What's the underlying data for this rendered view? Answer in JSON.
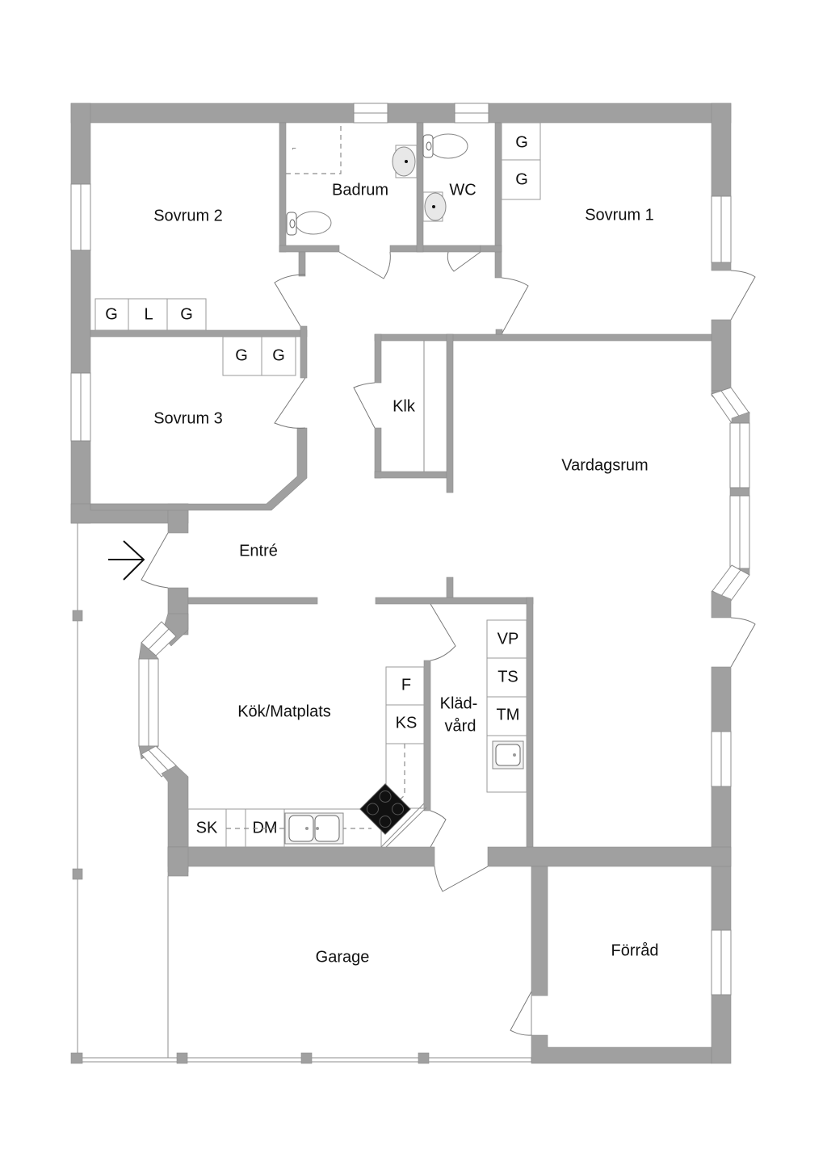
{
  "floor_plan": {
    "rooms": {
      "sovrum2": "Sovrum 2",
      "badrum": "Badrum",
      "wc": "WC",
      "sovrum1": "Sovrum 1",
      "sovrum3": "Sovrum 3",
      "klk": "Klk",
      "vardagsrum": "Vardagsrum",
      "entre": "Entré",
      "kok": "Kök/Matplats",
      "kladvard_line1": "Kläd-",
      "kladvard_line2": "vård",
      "garage": "Garage",
      "forrad": "Förråd"
    },
    "units": {
      "sovrum2": [
        "G",
        "L",
        "G"
      ],
      "sovrum3": [
        "G",
        "G"
      ],
      "sovrum1": [
        "G",
        "G"
      ],
      "kok_column": [
        "F",
        "KS"
      ],
      "kok_row": [
        "SK",
        "DM"
      ],
      "kladvard": [
        "VP",
        "TS",
        "TM"
      ]
    },
    "colors": {
      "wall": "#a0a0a0",
      "line": "#8c8c8c",
      "text": "#111111",
      "stove": "#111111"
    }
  }
}
